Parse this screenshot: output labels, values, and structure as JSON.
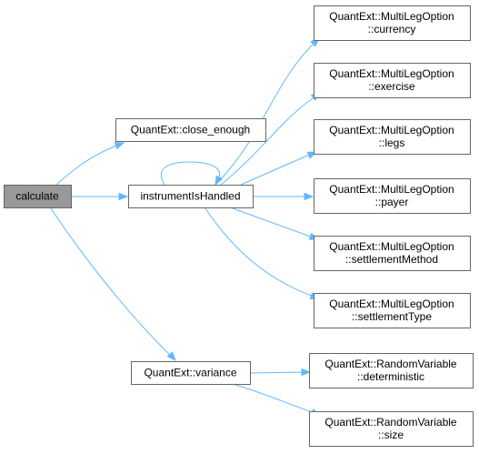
{
  "diagram": {
    "colors": {
      "edge": "#63b8ff",
      "root_fill": "#999999",
      "node_border": "#666666",
      "node_fill": "#ffffff"
    },
    "nodes": {
      "calculate": {
        "lines": [
          "calculate"
        ]
      },
      "close_enough": {
        "lines": [
          "QuantExt::close_enough"
        ]
      },
      "instrumentIsHandled": {
        "lines": [
          "instrumentIsHandled"
        ]
      },
      "variance": {
        "lines": [
          "QuantExt::variance"
        ]
      },
      "currency": {
        "lines": [
          "QuantExt::MultiLegOption",
          "::currency"
        ]
      },
      "exercise": {
        "lines": [
          "QuantExt::MultiLegOption",
          "::exercise"
        ]
      },
      "legs": {
        "lines": [
          "QuantExt::MultiLegOption",
          "::legs"
        ]
      },
      "payer": {
        "lines": [
          "QuantExt::MultiLegOption",
          "::payer"
        ]
      },
      "settlementMethod": {
        "lines": [
          "QuantExt::MultiLegOption",
          "::settlementMethod"
        ]
      },
      "settlementType": {
        "lines": [
          "QuantExt::MultiLegOption",
          "::settlementType"
        ]
      },
      "deterministic": {
        "lines": [
          "QuantExt::RandomVariable",
          "::deterministic"
        ]
      },
      "size": {
        "lines": [
          "QuantExt::RandomVariable",
          "::size"
        ]
      }
    },
    "edges": [
      {
        "from": "calculate",
        "to": "close_enough"
      },
      {
        "from": "calculate",
        "to": "instrumentIsHandled"
      },
      {
        "from": "calculate",
        "to": "variance"
      },
      {
        "from": "instrumentIsHandled",
        "to": "instrumentIsHandled"
      },
      {
        "from": "instrumentIsHandled",
        "to": "currency"
      },
      {
        "from": "instrumentIsHandled",
        "to": "exercise"
      },
      {
        "from": "instrumentIsHandled",
        "to": "legs"
      },
      {
        "from": "instrumentIsHandled",
        "to": "payer"
      },
      {
        "from": "instrumentIsHandled",
        "to": "settlementMethod"
      },
      {
        "from": "instrumentIsHandled",
        "to": "settlementType"
      },
      {
        "from": "variance",
        "to": "deterministic"
      },
      {
        "from": "variance",
        "to": "size"
      }
    ]
  }
}
